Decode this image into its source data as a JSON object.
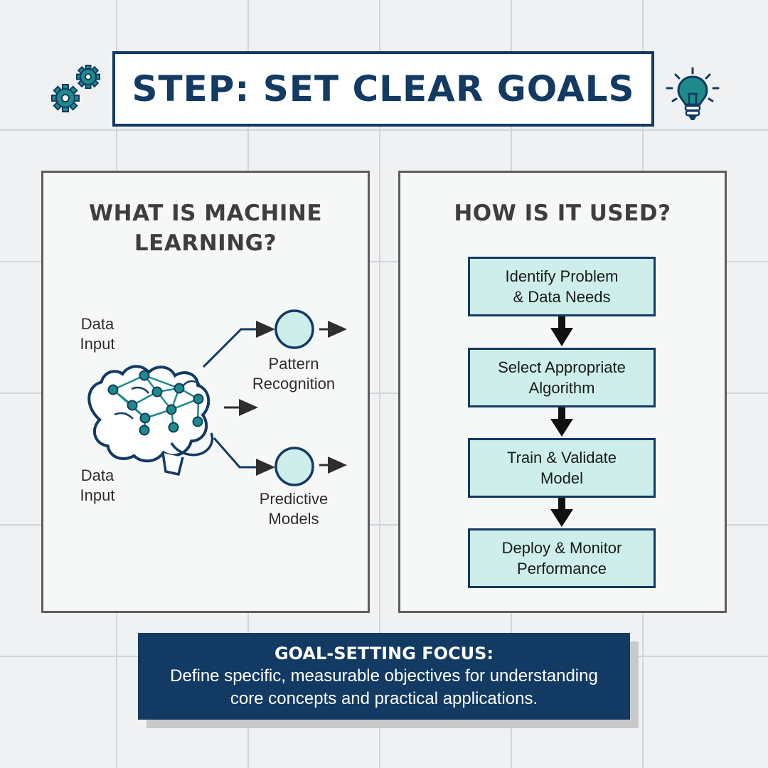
{
  "header": {
    "title": "STEP: SET CLEAR GOALS",
    "left_icon": "gears-icon",
    "right_icon": "lightbulb-icon"
  },
  "left_panel": {
    "heading": "WHAT IS MACHINE LEARNING?",
    "icon": "brain-network-icon",
    "inputs": [
      "Data\nInput",
      "Data\nInput"
    ],
    "outputs": [
      "Pattern\nRecognition",
      "Predictive\nModels"
    ]
  },
  "right_panel": {
    "heading": "HOW IS IT USED?",
    "steps": [
      "Identify Problem\n& Data Needs",
      "Select Appropriate\nAlgorithm",
      "Train & Validate\nModel",
      "Deploy & Monitor\nPerformance"
    ]
  },
  "footer": {
    "title": "GOAL-SETTING FOCUS:",
    "text": "Define specific, measurable objectives for understanding core concepts and practical applications."
  },
  "colors": {
    "navy": "#123a63",
    "teal": "#1e8a8a",
    "teal_light": "#cdeeea",
    "panel_border": "#5d5d5d"
  }
}
